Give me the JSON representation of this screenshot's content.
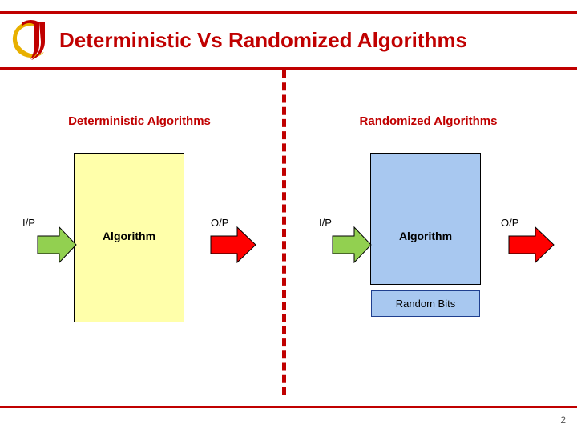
{
  "slide": {
    "title": "Deterministic Vs Randomized Algorithms",
    "page_number": "2",
    "accent_color": "#c00000"
  },
  "logo": {
    "icon_name": "institution-logo",
    "colors": {
      "swirl": "#e8b000",
      "mark": "#c00000"
    }
  },
  "columns": {
    "deterministic": {
      "heading": "Deterministic Algorithms",
      "input_label": "I/P",
      "output_label": "O/P",
      "box_label": "Algorithm",
      "box_color": "#ffffaa",
      "input_arrow_color": "#92d050",
      "output_arrow_color": "#ff0000"
    },
    "randomized": {
      "heading": "Randomized Algorithms",
      "input_label": "I/P",
      "output_label": "O/P",
      "box_label": "Algorithm",
      "box_color": "#a8c8f0",
      "extra_box_label": "Random Bits",
      "input_arrow_color": "#92d050",
      "output_arrow_color": "#ff0000"
    }
  }
}
